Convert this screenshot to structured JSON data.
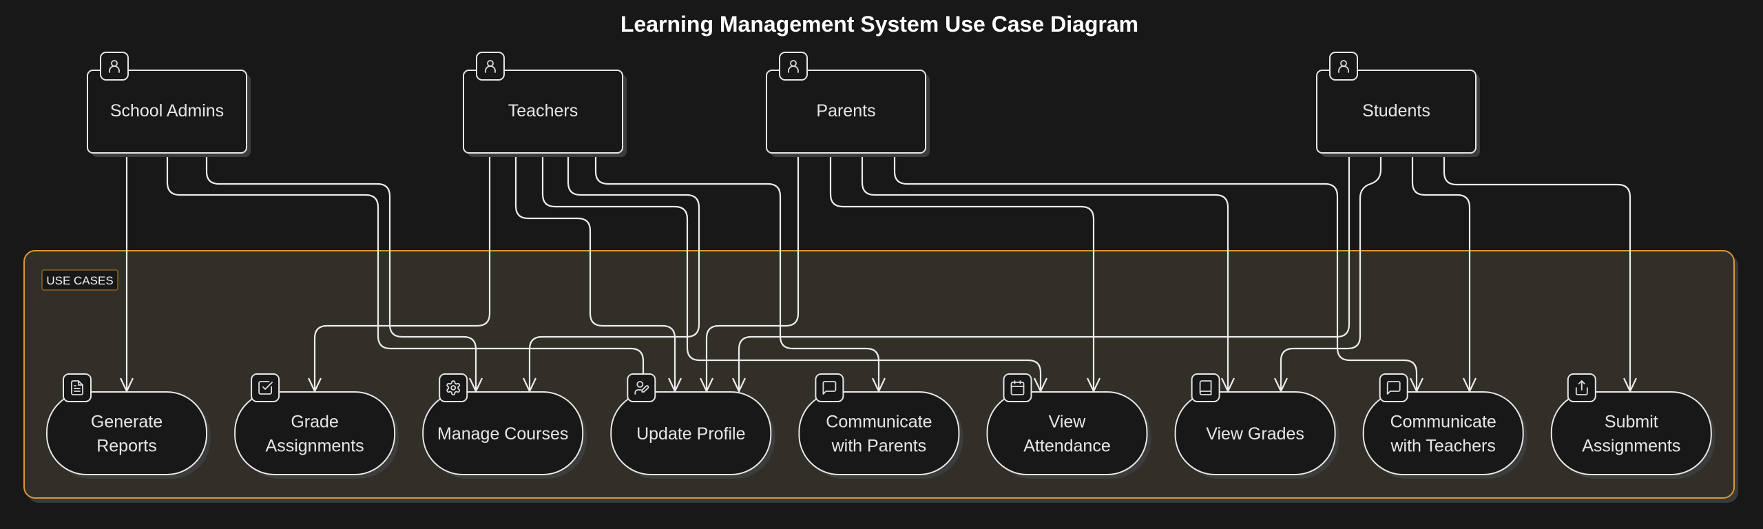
{
  "diagram": {
    "title": "Learning Management System Use Case Diagram",
    "colors": {
      "background": "#181818",
      "node_fill": "#181818",
      "node_stroke": "#e6e6e6",
      "shadow": "#3c3c3c",
      "group_fill": "#322f28",
      "group_stroke": "#d89a3a",
      "edge": "#ececec",
      "text": "#e6e6e6"
    },
    "actors": [
      {
        "id": "admins",
        "label": "School Admins",
        "icon": "user-icon"
      },
      {
        "id": "teachers",
        "label": "Teachers",
        "icon": "user-icon"
      },
      {
        "id": "parents",
        "label": "Parents",
        "icon": "user-icon"
      },
      {
        "id": "students",
        "label": "Students",
        "icon": "user-icon"
      }
    ],
    "group": {
      "label": "USE CASES"
    },
    "use_cases": [
      {
        "id": "generate_reports",
        "lines": [
          "Generate",
          "Reports"
        ],
        "icon": "file-text-icon"
      },
      {
        "id": "grade_assignments",
        "lines": [
          "Grade",
          "Assignments"
        ],
        "icon": "check-square-icon"
      },
      {
        "id": "manage_courses",
        "lines": [
          "Manage Courses"
        ],
        "icon": "gear-icon"
      },
      {
        "id": "update_profile",
        "lines": [
          "Update Profile"
        ],
        "icon": "user-pen-icon"
      },
      {
        "id": "communicate_parents",
        "lines": [
          "Communicate",
          "with Parents"
        ],
        "icon": "message-square-icon"
      },
      {
        "id": "view_attendance",
        "lines": [
          "View",
          "Attendance"
        ],
        "icon": "calendar-icon"
      },
      {
        "id": "view_grades",
        "lines": [
          "View Grades"
        ],
        "icon": "book-icon"
      },
      {
        "id": "communicate_teachers",
        "lines": [
          "Communicate",
          "with Teachers"
        ],
        "icon": "message-square-icon"
      },
      {
        "id": "submit_assignments",
        "lines": [
          "Submit",
          "Assignments"
        ],
        "icon": "upload-icon"
      }
    ],
    "edges": [
      {
        "from": "admins",
        "to": "generate_reports"
      },
      {
        "from": "admins",
        "to": "update_profile"
      },
      {
        "from": "admins",
        "to": "manage_courses"
      },
      {
        "from": "teachers",
        "to": "grade_assignments"
      },
      {
        "from": "teachers",
        "to": "update_profile"
      },
      {
        "from": "teachers",
        "to": "view_attendance"
      },
      {
        "from": "teachers",
        "to": "manage_courses"
      },
      {
        "from": "teachers",
        "to": "communicate_parents"
      },
      {
        "from": "parents",
        "to": "update_profile"
      },
      {
        "from": "parents",
        "to": "view_attendance"
      },
      {
        "from": "parents",
        "to": "view_grades"
      },
      {
        "from": "parents",
        "to": "communicate_teachers"
      },
      {
        "from": "students",
        "to": "update_profile"
      },
      {
        "from": "students",
        "to": "view_grades"
      },
      {
        "from": "students",
        "to": "communicate_teachers"
      },
      {
        "from": "students",
        "to": "submit_assignments"
      }
    ]
  }
}
